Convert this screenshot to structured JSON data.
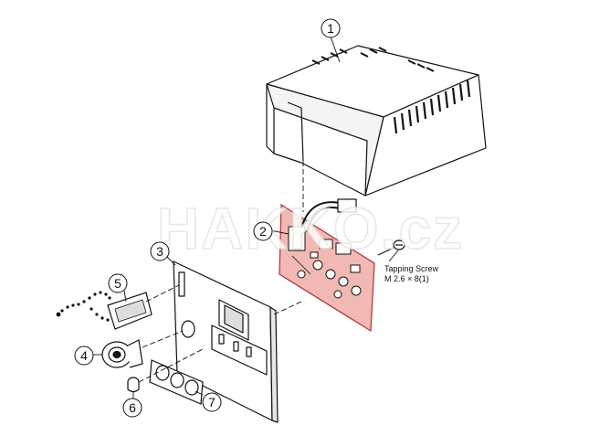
{
  "callouts": {
    "c1": "1",
    "c2": "2",
    "c3": "3",
    "c4": "4",
    "c5": "5",
    "c6": "6",
    "c7": "7"
  },
  "note": {
    "line1": "Tapping Screw",
    "line2": "M 2.6 × 8(1)"
  },
  "watermark": "HAKKO.cz",
  "colors": {
    "ink": "#111111",
    "highlight_fill": "#f2b8b3",
    "highlight_stroke": "#b03030"
  }
}
